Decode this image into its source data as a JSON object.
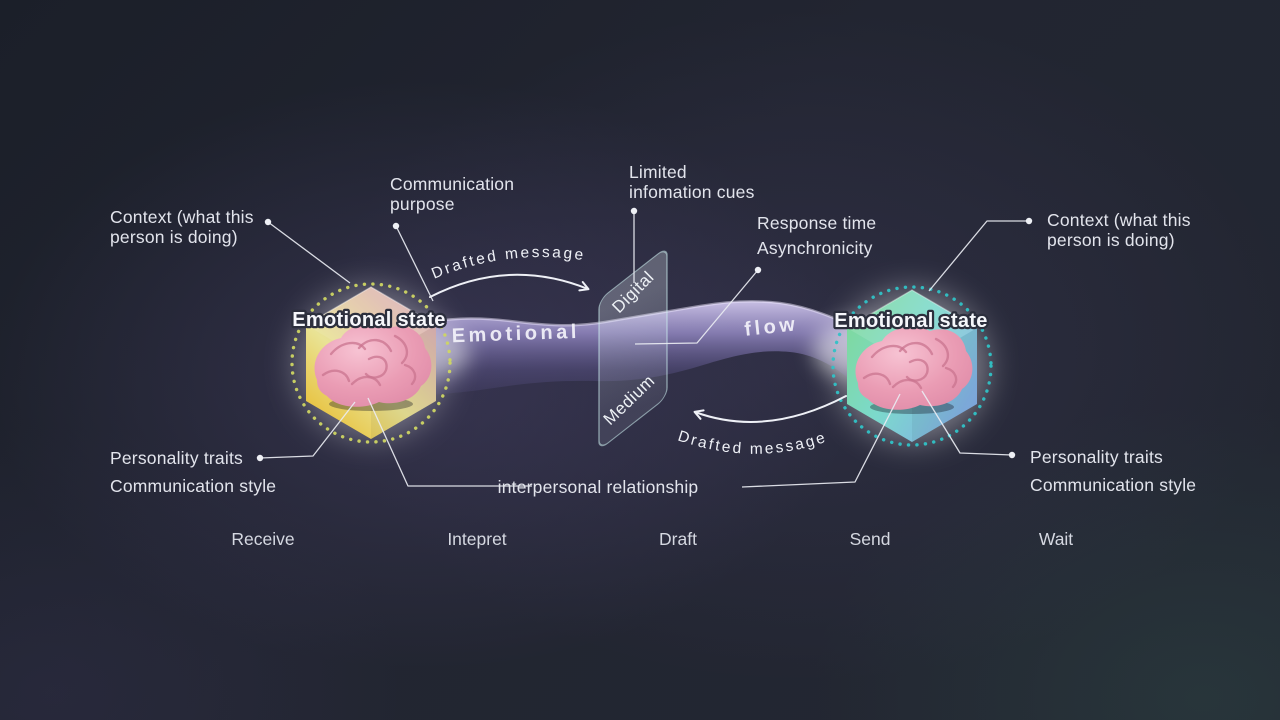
{
  "annotations": {
    "context_left": "Context (what this\nperson is doing)",
    "communication_purpose": "Communication\npurpose",
    "limited_cues": "Limited\ninfomation cues",
    "response_time": "Response time",
    "asynchronicity": "Asynchronicity",
    "context_right": "Context (what this\nperson is doing)",
    "personality_left": "Personality traits",
    "comm_style_left": "Communication style",
    "personality_right": "Personality traits",
    "comm_style_right": "Communication style",
    "interpersonal": "interpersonal relationship"
  },
  "nodes": {
    "left_state": "Emotional state",
    "right_state": "Emotional state"
  },
  "flow": {
    "emotional": "Emotional",
    "flow": "flow",
    "drafted_top": "Drafted message",
    "drafted_bottom": "Drafted message"
  },
  "medium": {
    "digital": "Digital",
    "medium": "Medium"
  },
  "stages": [
    "Receive",
    "Intepret",
    "Draft",
    "Send",
    "Wait"
  ],
  "colors": {
    "background": "#20242f",
    "ribbon": "#b3a6dd",
    "left_dot_ring": "#cdd563",
    "right_dot_ring": "#30c2c6",
    "left_hexagon": "#e8bc2f",
    "right_hexagon": "#7cd9cc",
    "brain": "#ea9cb4",
    "text": "#e2e4ec"
  }
}
